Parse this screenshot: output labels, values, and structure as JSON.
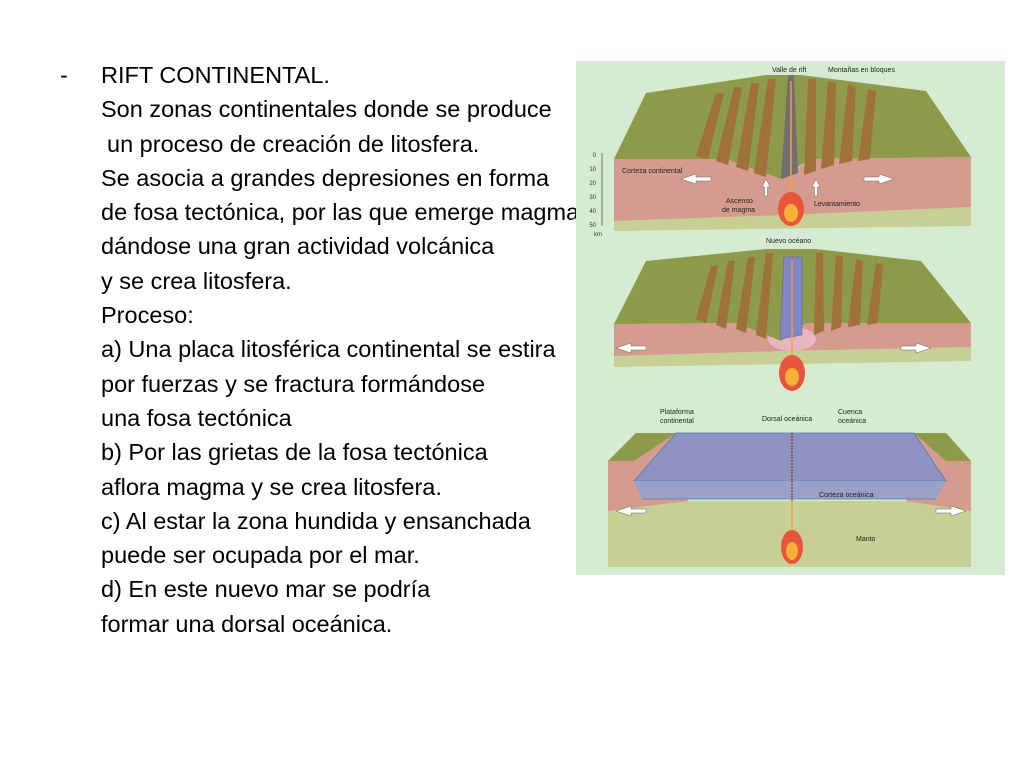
{
  "text": {
    "bullet": "-",
    "lines": [
      "RIFT CONTINENTAL.",
      "Son zonas continentales donde se produce",
      "un proceso de creación de litosfera.",
      "Se asocia a grandes depresiones en forma",
      "de fosa tectónica, por las que emerge magma",
      "dándose una gran actividad  volcánica",
      "y se crea litosfera.",
      "Proceso:",
      "a) Una placa litosférica continental se estira",
      "por fuerzas y se fractura formándose",
      "una fosa tectónica",
      "b) Por las grietas de la fosa tectónica",
      "aflora magma  y se crea litosfera.",
      "c) Al estar la zona hundida  y ensanchada",
      "puede ser ocupada por el mar.",
      "d) En este nuevo mar se podría",
      "formar una dorsal oceánica."
    ]
  },
  "figure": {
    "panel1": {
      "label_rift_valley": "Valle de rift",
      "label_block_mountains": "Montañas en bloques",
      "label_continental_crust": "Corteza continental",
      "label_magma_ascent_1": "Ascenso",
      "label_magma_ascent_2": "de magma",
      "label_uplift": "Levantamiento",
      "depth_ticks": [
        "0",
        "10",
        "20",
        "30",
        "40",
        "50"
      ],
      "depth_unit": "km"
    },
    "panel2": {
      "label_new_ocean": "Nuevo océano"
    },
    "panel3": {
      "label_continental_platform_1": "Plataforma",
      "label_continental_platform_2": "continental",
      "label_ocean_ridge": "Dorsal oceánica",
      "label_ocean_basin_1": "Cuenca",
      "label_ocean_basin_2": "oceánica",
      "label_oceanic_crust": "Corteza oceánica",
      "label_mantle": "Manto"
    },
    "colors": {
      "background": "#d6ecd2",
      "ground_top": "#8d9a4a",
      "crust": "#d59b8f",
      "mantle": "#c7cf95",
      "magma": "#e8553a",
      "ocean": "#8e93c2"
    }
  }
}
